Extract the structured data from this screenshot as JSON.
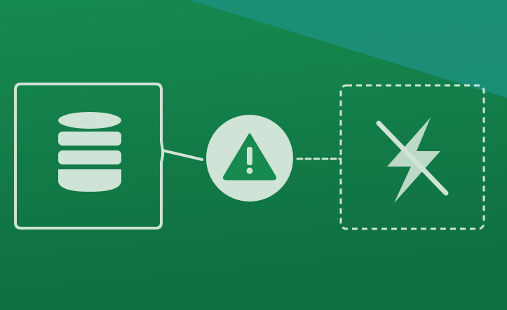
{
  "diagram": {
    "colors": {
      "background_main": "#168a4f",
      "background_dark": "#0f6e41",
      "background_accent": "#1c917c",
      "element": "#cfe3d6",
      "icon_on_badge": "#168a4f"
    },
    "nodes": [
      {
        "id": "source",
        "icon": "database-icon",
        "frame": "solid"
      },
      {
        "id": "warning",
        "icon": "warning-triangle-icon",
        "frame": "circle"
      },
      {
        "id": "target",
        "icon": "power-off-icon",
        "frame": "dashed"
      }
    ],
    "edges": [
      {
        "from": "source",
        "to": "warning",
        "style": "solid"
      },
      {
        "from": "warning",
        "to": "target",
        "style": "dashed"
      }
    ]
  }
}
